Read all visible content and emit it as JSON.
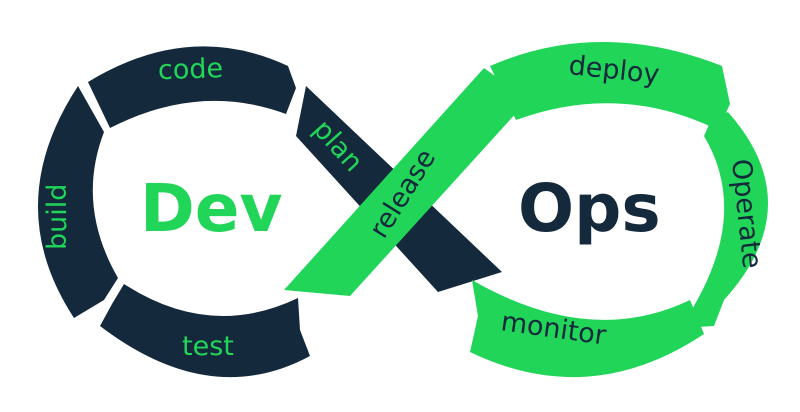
{
  "title_left": "Dev",
  "title_right": "Ops",
  "stages": {
    "code": "code",
    "build": "build",
    "test": "test",
    "plan": "plan",
    "release": "release",
    "deploy": "deploy",
    "operate": "Operate",
    "monitor": "monitor"
  },
  "colors": {
    "navy": "#14293c",
    "green": "#21d559",
    "white": "#ffffff"
  }
}
